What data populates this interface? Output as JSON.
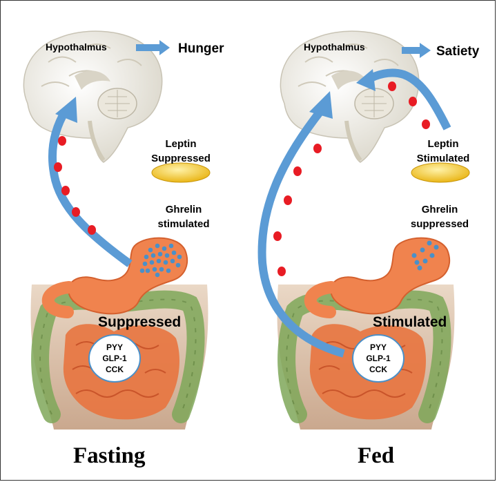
{
  "panels": [
    {
      "hypothalamus_label": "Hypothalmus",
      "state_label": "Hunger",
      "leptin_label": [
        "Leptin",
        "Suppressed"
      ],
      "ghrelin_label": [
        "Ghrelin",
        "stimulated"
      ],
      "gut_hormone_status": "Suppressed",
      "gut_peptides": [
        "PYY",
        "GLP-1",
        "CCK"
      ],
      "caption": "Fasting"
    },
    {
      "hypothalamus_label": "Hypothalmus",
      "state_label": "Satiety",
      "leptin_label": [
        "Leptin",
        "Stimulated"
      ],
      "ghrelin_label": [
        "Ghrelin",
        "suppressed"
      ],
      "gut_hormone_status": "Stimulated",
      "gut_peptides": [
        "PYY",
        "GLP-1",
        "CCK"
      ],
      "caption": "Fed"
    }
  ],
  "colors": {
    "arrow": "#5b9bd5",
    "hormone_dot": "#e81c24",
    "ghrelin_dot": "#4a90c8",
    "stomach": "#f0834e",
    "intestine": "#e8743f",
    "colon": "#7fa85a",
    "leptin_ellipse": "#f5c518",
    "brain": "#e9e6dd"
  },
  "icons": [
    "brain-icon",
    "stomach-icon",
    "intestine-icon",
    "right-arrow-icon",
    "curved-arrow-icon"
  ]
}
